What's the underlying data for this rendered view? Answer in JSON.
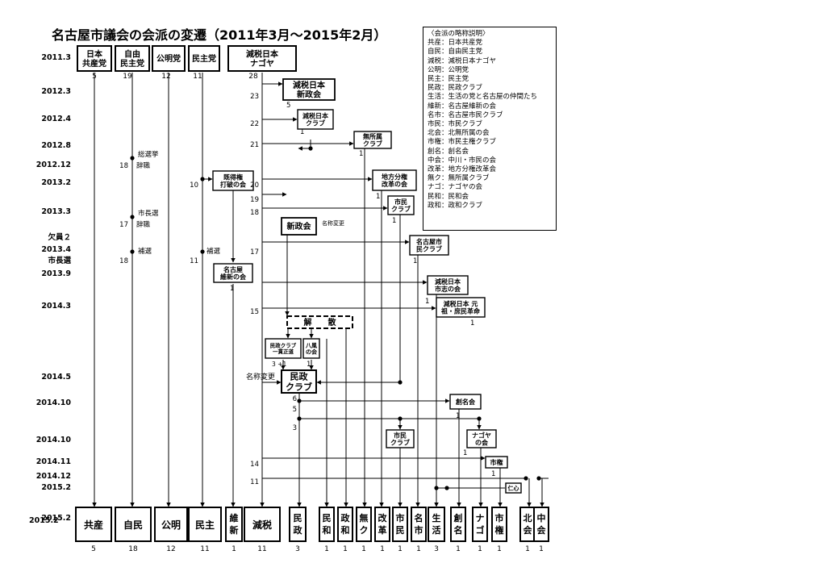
{
  "title": "名古屋市議会の会派の変遷（2011年3月～2015年2月）",
  "legend": {
    "heading": "〈会派の略称説明〉",
    "items": [
      "共産：日本共産党",
      "自民：自由民主党",
      "減税：減税日本ナゴヤ",
      "公明：公明党",
      "民主：民主党",
      "民政：民政クラブ",
      "生活：生活の党と名古屋の仲間たち",
      "維新：名古屋維新の会",
      "名市：名古屋市民クラブ",
      "市民：市民クラブ",
      "北会：北無所属の会",
      "市権：市民主権クラブ",
      "創名：創名会",
      "中会：中川・市民の会",
      "改革：地方分権改革会",
      "無ク：無所属クラブ",
      "ナゴ：ナゴヤの会",
      "民和：民和会",
      "政和：政和クラブ"
    ]
  },
  "dates": [
    "2011.3",
    "2012.3",
    "2012.4",
    "2012.8",
    "2012.12",
    "2013.2",
    "2013.3",
    "欠員２",
    "2013.4",
    "市長選",
    "2013.9",
    "2014.3",
    "2014.5",
    "2014.10",
    "2014.10",
    "2014.11",
    "2014.12",
    "2015.2",
    "2015.2"
  ],
  "top_boxes": [
    {
      "lines": [
        "日本",
        "共産党"
      ]
    },
    {
      "lines": [
        "自由",
        "民主党"
      ]
    },
    {
      "lines": [
        "公明党"
      ]
    },
    {
      "lines": [
        "民主党"
      ]
    },
    {
      "lines": [
        "減税日本",
        "ナゴヤ"
      ]
    }
  ],
  "top_counts": [
    "5",
    "19",
    "12",
    "11",
    "28"
  ],
  "events": [
    {
      "lines": [
        "減税日本",
        "新政会"
      ]
    },
    {
      "lines": [
        "減税日本",
        "クラブ"
      ]
    },
    {
      "lines": [
        "無所属",
        "クラブ"
      ]
    },
    {
      "lines": [
        "既得権",
        "打破の会"
      ]
    },
    {
      "lines": [
        "地方分権",
        "改革の会"
      ]
    },
    {
      "lines": [
        "市民",
        "クラブ"
      ]
    },
    {
      "lines": [
        "新政会"
      ]
    },
    {
      "lines": [
        "名古屋市",
        "民クラブ"
      ]
    },
    {
      "lines": [
        "名古屋",
        "維新の会"
      ]
    },
    {
      "lines": [
        "減税日本",
        "市志の会"
      ]
    },
    {
      "lines": [
        "減税日本 元",
        "祖・庶民革命"
      ]
    },
    {
      "lines": [
        "解　　散"
      ]
    },
    {
      "lines": [
        "民政クラブ",
        "一貫正道"
      ]
    },
    {
      "lines": [
        "八風",
        "の会"
      ]
    },
    {
      "lines": [
        "民政",
        "クラブ"
      ]
    },
    {
      "lines": [
        "創名会"
      ]
    },
    {
      "lines": [
        "市民",
        "クラブ"
      ]
    },
    {
      "lines": [
        "ナゴヤ",
        "の会"
      ]
    },
    {
      "lines": [
        "市権"
      ]
    },
    {
      "lines": [
        "仁心"
      ]
    }
  ],
  "bottom": [
    {
      "label": "共産",
      "count": "5"
    },
    {
      "label": "自民",
      "count": "18"
    },
    {
      "label": "公明",
      "count": "12"
    },
    {
      "label": "民主",
      "count": "11"
    },
    {
      "label": "維新",
      "count": "1"
    },
    {
      "label": "減税",
      "count": "11"
    },
    {
      "label": "民政",
      "count": "3"
    },
    {
      "label": "民和",
      "count": "1"
    },
    {
      "label": "政和",
      "count": "1"
    },
    {
      "label": "無ク",
      "count": "1"
    },
    {
      "label": "改革",
      "count": "1"
    },
    {
      "label": "市民",
      "count": "1"
    },
    {
      "label": "名市",
      "count": "1"
    },
    {
      "label": "生活",
      "count": "3"
    },
    {
      "label": "創名",
      "count": "1"
    },
    {
      "label": "ナゴ",
      "count": "1"
    },
    {
      "label": "市権",
      "count": "1"
    },
    {
      "label": "北会",
      "count": "1"
    },
    {
      "label": "中会",
      "count": "1"
    }
  ],
  "annotations": {
    "ldp_2012": "総選挙",
    "ldp_2012b": "辞職",
    "ldp_2013": "市長選",
    "ldp_2013b": "辞職",
    "ldp_2013c": "補選",
    "dem_2013": "補選",
    "rename_1": "名称変更",
    "rename_2": "名称変更",
    "split_counts": "3 +1"
  },
  "counts": {
    "ldp_18a": "18",
    "ldp_17": "17",
    "ldp_18b": "18",
    "dem_10": "10",
    "dem_11": "11",
    "gz_23": "23",
    "gz_22": "22",
    "gz_21": "21",
    "gz_20": "20",
    "gz_19": "19",
    "gz_18": "18",
    "gz_17": "17",
    "gz_15": "15",
    "gz_14": "14",
    "gz_11": "11",
    "ev_5": "5",
    "ev1_a": "1",
    "ev1_b": "1",
    "ev1_c": "1",
    "ev1_d": "1",
    "ev1_e": "1",
    "ev1_f": "1",
    "ev1_g": "1",
    "ev1_h": "1",
    "ev1_i": "1",
    "ev1_j": "1",
    "ev1_k": "1",
    "ev1_l": "1",
    "ev1_m": "1",
    "ev1_n": "1",
    "ev1_o": "1",
    "min_6": "6",
    "min_5": "5",
    "min_3": "3"
  }
}
